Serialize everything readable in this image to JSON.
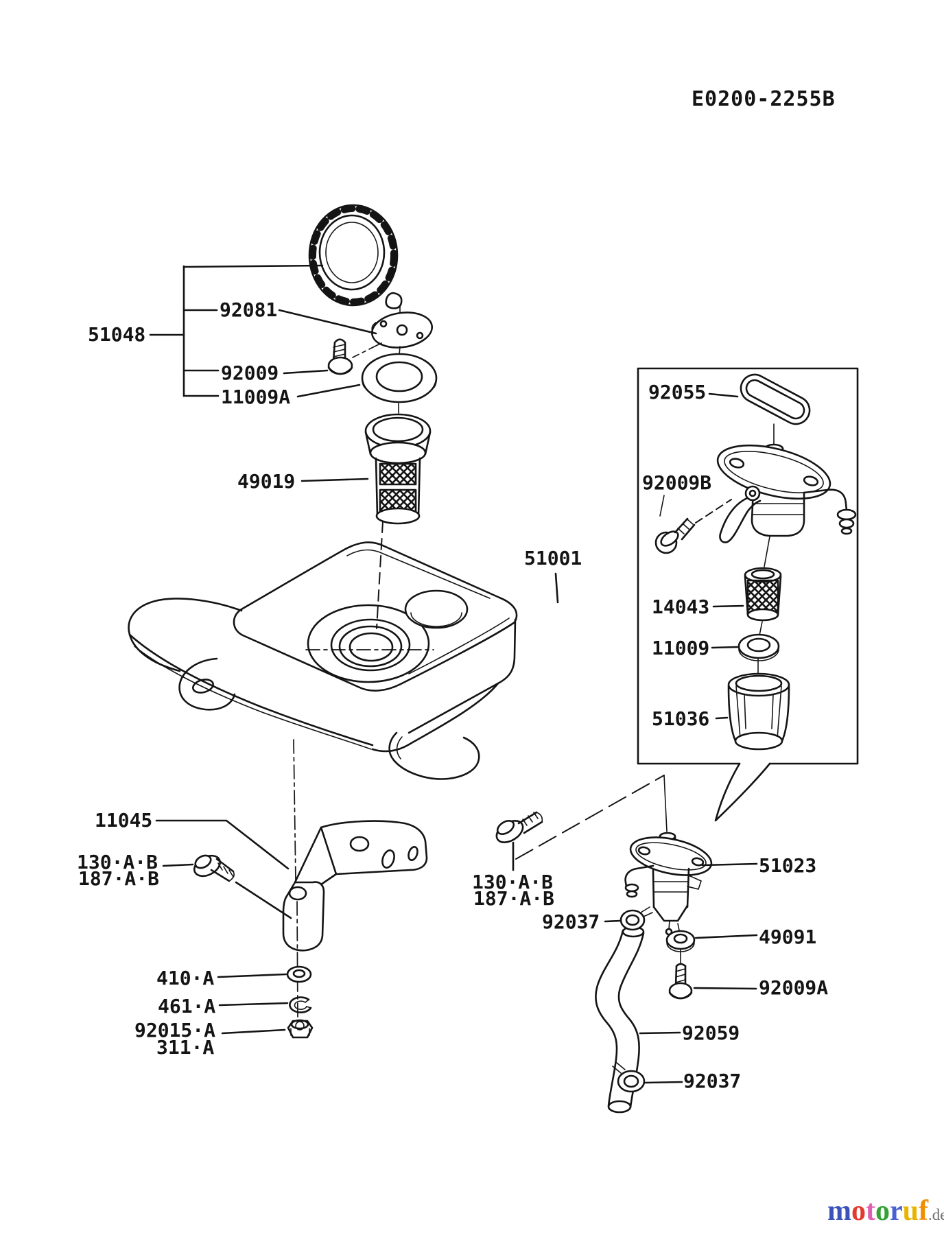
{
  "document": {
    "number": "E0200-2255B"
  },
  "ink_color": "#141414",
  "parts": {
    "p51048": "51048",
    "p92081": "92081",
    "p92009": "92009",
    "p11009A": "11009A",
    "p49019": "49019",
    "p51001": "51001",
    "p92055": "92055",
    "p92009B": "92009B",
    "p14043": "14043",
    "p11009": "11009",
    "p51036": "51036",
    "p11045": "11045",
    "row130": "130·A·B",
    "row187": "187·A·B",
    "p410A": "410·A",
    "p461A": "461·A",
    "p92015A": "92015·A",
    "p311A": "311·A",
    "p92037": "92037",
    "p51023": "51023",
    "p49091": "49091",
    "p92009A": "92009A",
    "p92059": "92059"
  },
  "logo": {
    "letters": [
      {
        "c": "m",
        "color": "#3b53b8"
      },
      {
        "c": "o",
        "color": "#e23a2e"
      },
      {
        "c": "t",
        "color": "#e060b0"
      },
      {
        "c": "o",
        "color": "#35a235"
      },
      {
        "c": "r",
        "color": "#4a5fd0"
      },
      {
        "c": "u",
        "color": "#e8b400"
      },
      {
        "c": "f",
        "color": "#ef8e00"
      }
    ],
    "suffix": ".de",
    "suffix_color": "#6d6d6d"
  }
}
